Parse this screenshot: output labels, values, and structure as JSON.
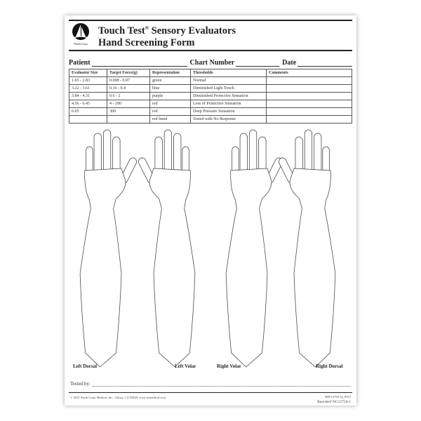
{
  "header": {
    "brand": "North Coast",
    "title_line1": "Touch Test",
    "registered": "®",
    "title_line1_rest": " Sensory Evaluators",
    "title_line2": "Hand Screening Form"
  },
  "fields": {
    "patient": "Patient",
    "chart_number": "Chart Number",
    "date": "Date"
  },
  "table": {
    "headers": [
      "Evaluator Size",
      "Target Force(g)",
      "Representation",
      "Thresholds",
      "Comments"
    ],
    "rows": [
      [
        "1.65 - 2.83",
        "0.008 - 0.07",
        "green",
        "Normal",
        ""
      ],
      [
        "3.22 - 3.61",
        "0.16 - 0.4",
        "blue",
        "Diminished Light Touch",
        ""
      ],
      [
        "3.84 - 4.31",
        "0.6 - 2",
        "purple",
        "Diminished Protective Sensation",
        ""
      ],
      [
        "4.56 - 6.45",
        "4 - 180",
        "red",
        "Loss of Protective Sensation",
        ""
      ],
      [
        "6.65",
        "300",
        "red",
        "Deep Pressure Sensation",
        ""
      ],
      [
        "",
        "",
        "red lined",
        "Tested with No Response",
        ""
      ]
    ]
  },
  "diagram_labels": [
    "Left Dorsal",
    "Left Volar",
    "Right Volar",
    "Right Dorsal"
  ],
  "footer": {
    "tested_by": "Tested by:",
    "copyright": "© 2015 North Coast Medical, Inc., Gilroy, CA 95020, www.ncmedical.com",
    "ref": "REF12750-1p_0915",
    "reorder": "Reorder# NC12750-1"
  }
}
